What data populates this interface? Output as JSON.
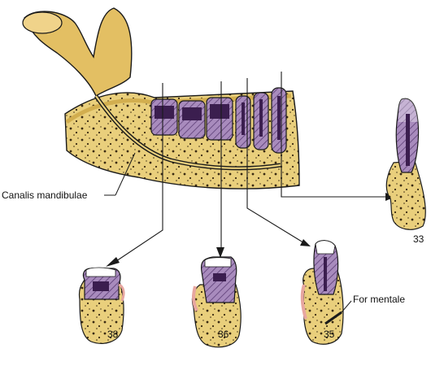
{
  "labels": {
    "canal": "Canalis mandibulae",
    "foramen": "For mentale",
    "tooth_33": "33",
    "tooth_35": "35",
    "tooth_36": "36",
    "tooth_38": "38"
  },
  "colors": {
    "bone": "#e9cf7c",
    "bone_dark": "#d2ae4f",
    "enamel": "#ffffff",
    "dentin": "#8d6aa3",
    "pulp": "#3b1e4f",
    "gum": "#e7a6a0",
    "outline": "#1a1a1a"
  }
}
